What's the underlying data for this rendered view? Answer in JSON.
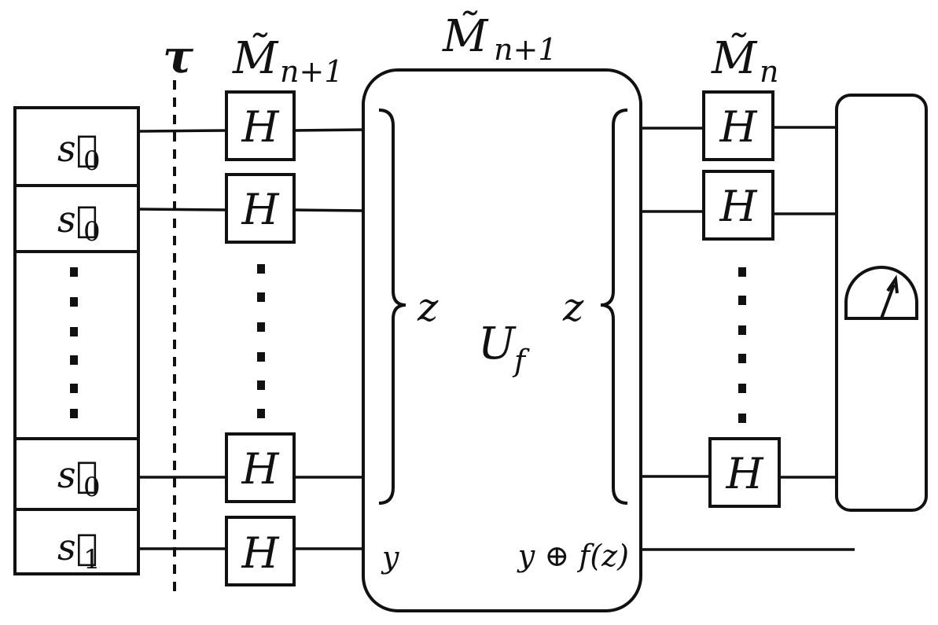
{
  "labels": {
    "tau": "τ",
    "m_tilde": "M̃",
    "n_plus_1": "n+1",
    "n": "n",
    "gate_h": "H",
    "z": "z",
    "u": "U",
    "f_sub": "f",
    "y": "y",
    "output_ancilla": "y ⊕ f(z)",
    "s_arrow": "s⃗",
    "idx0": "0",
    "idx1": "1"
  },
  "input_registers": [
    {
      "symbol": "s⃗",
      "index": "0"
    },
    {
      "symbol": "s⃗",
      "index": "0"
    },
    {
      "symbol": "s⃗",
      "index": "0"
    },
    {
      "symbol": "s⃗",
      "index": "1"
    }
  ],
  "colors": {
    "stroke": "#111111",
    "background": "#ffffff"
  },
  "icons": {
    "meter": "measurement-meter-icon"
  }
}
